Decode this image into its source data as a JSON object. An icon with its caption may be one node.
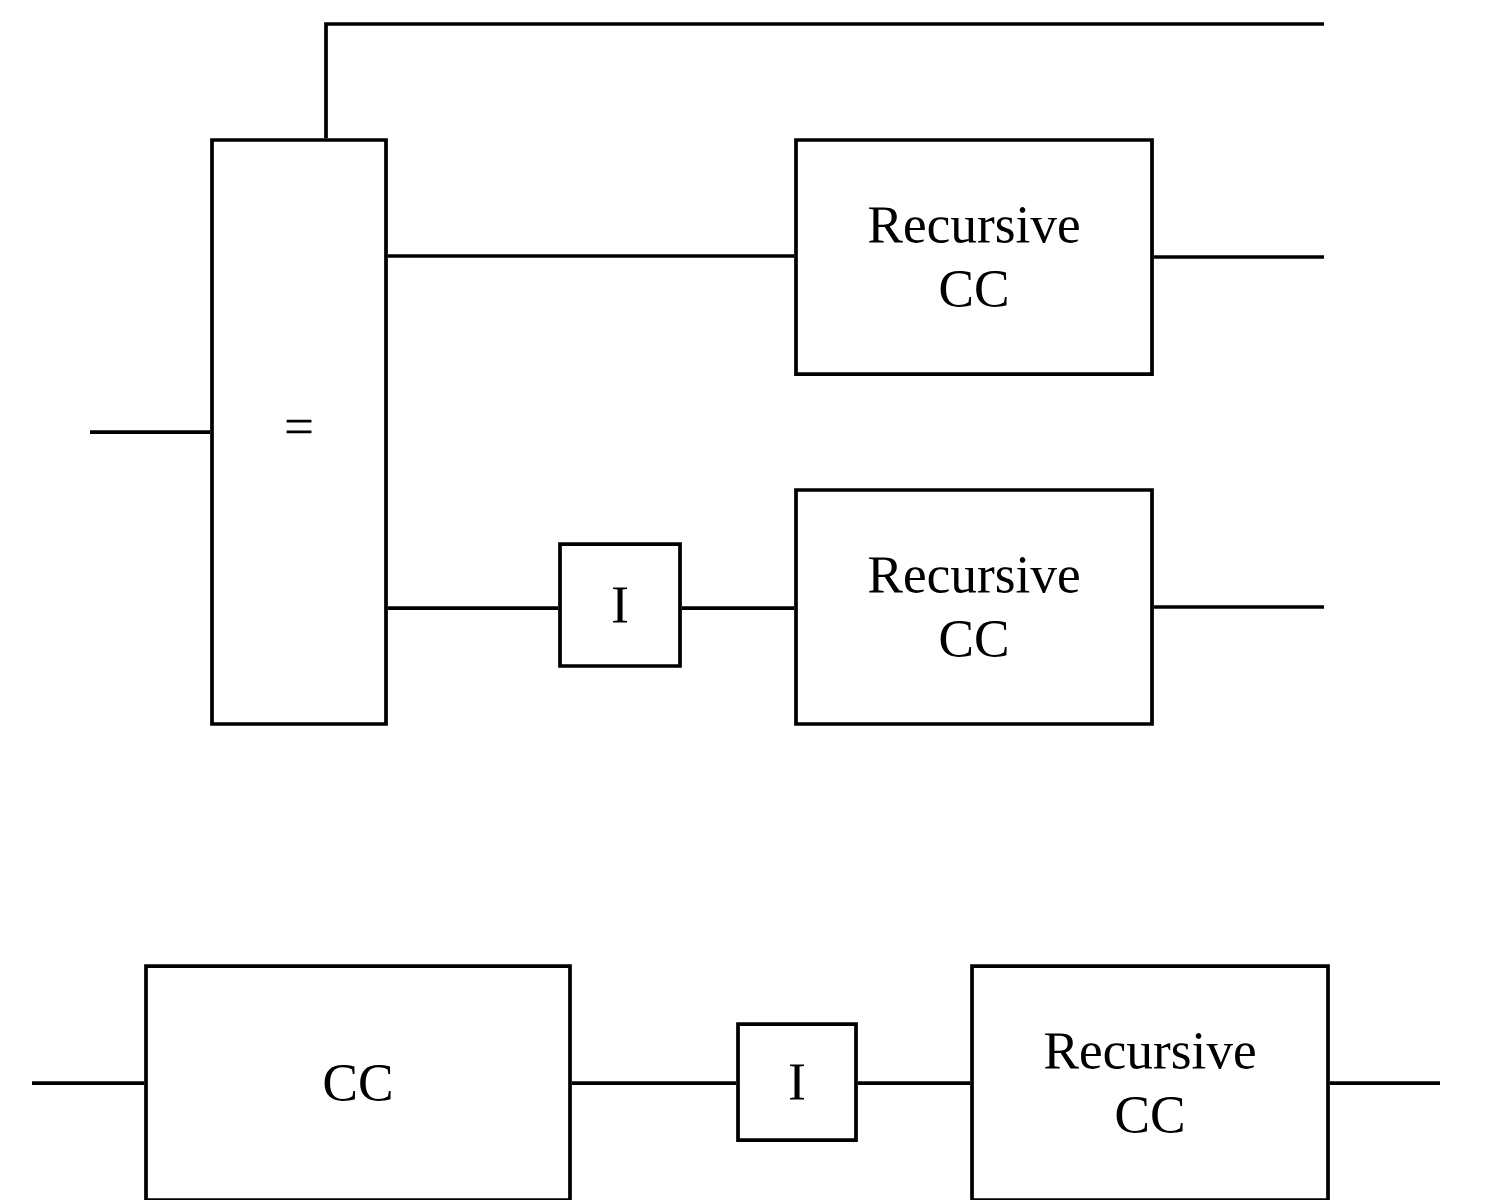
{
  "diagram": {
    "nodes": [
      {
        "text": [
          "="
        ]
      },
      {
        "text": [
          "Recursive CC"
        ]
      },
      {
        "text": [
          "I"
        ]
      },
      {
        "text": [
          "Recursive CC"
        ]
      },
      {
        "text": [
          "CC"
        ]
      },
      {
        "text": [
          "I"
        ]
      },
      {
        "text": [
          "Recursive CC"
        ]
      }
    ],
    "edges": [
      {
        "from": null,
        "to": 0,
        "arrow": "none"
      },
      {
        "from": 0,
        "to": null,
        "arrow": "none"
      },
      {
        "from": 0,
        "to": 1,
        "arrow": "none"
      },
      {
        "from": 1,
        "to": null,
        "arrow": "none"
      },
      {
        "from": 0,
        "to": 2,
        "arrow": "none"
      },
      {
        "from": 2,
        "to": 3,
        "arrow": "none"
      },
      {
        "from": 3,
        "to": null,
        "arrow": "none"
      },
      {
        "from": null,
        "to": 4,
        "arrow": "none"
      },
      {
        "from": 4,
        "to": 5,
        "arrow": "none"
      },
      {
        "from": 5,
        "to": 6,
        "arrow": "none"
      },
      {
        "from": 6,
        "to": null,
        "arrow": "none"
      }
    ]
  }
}
